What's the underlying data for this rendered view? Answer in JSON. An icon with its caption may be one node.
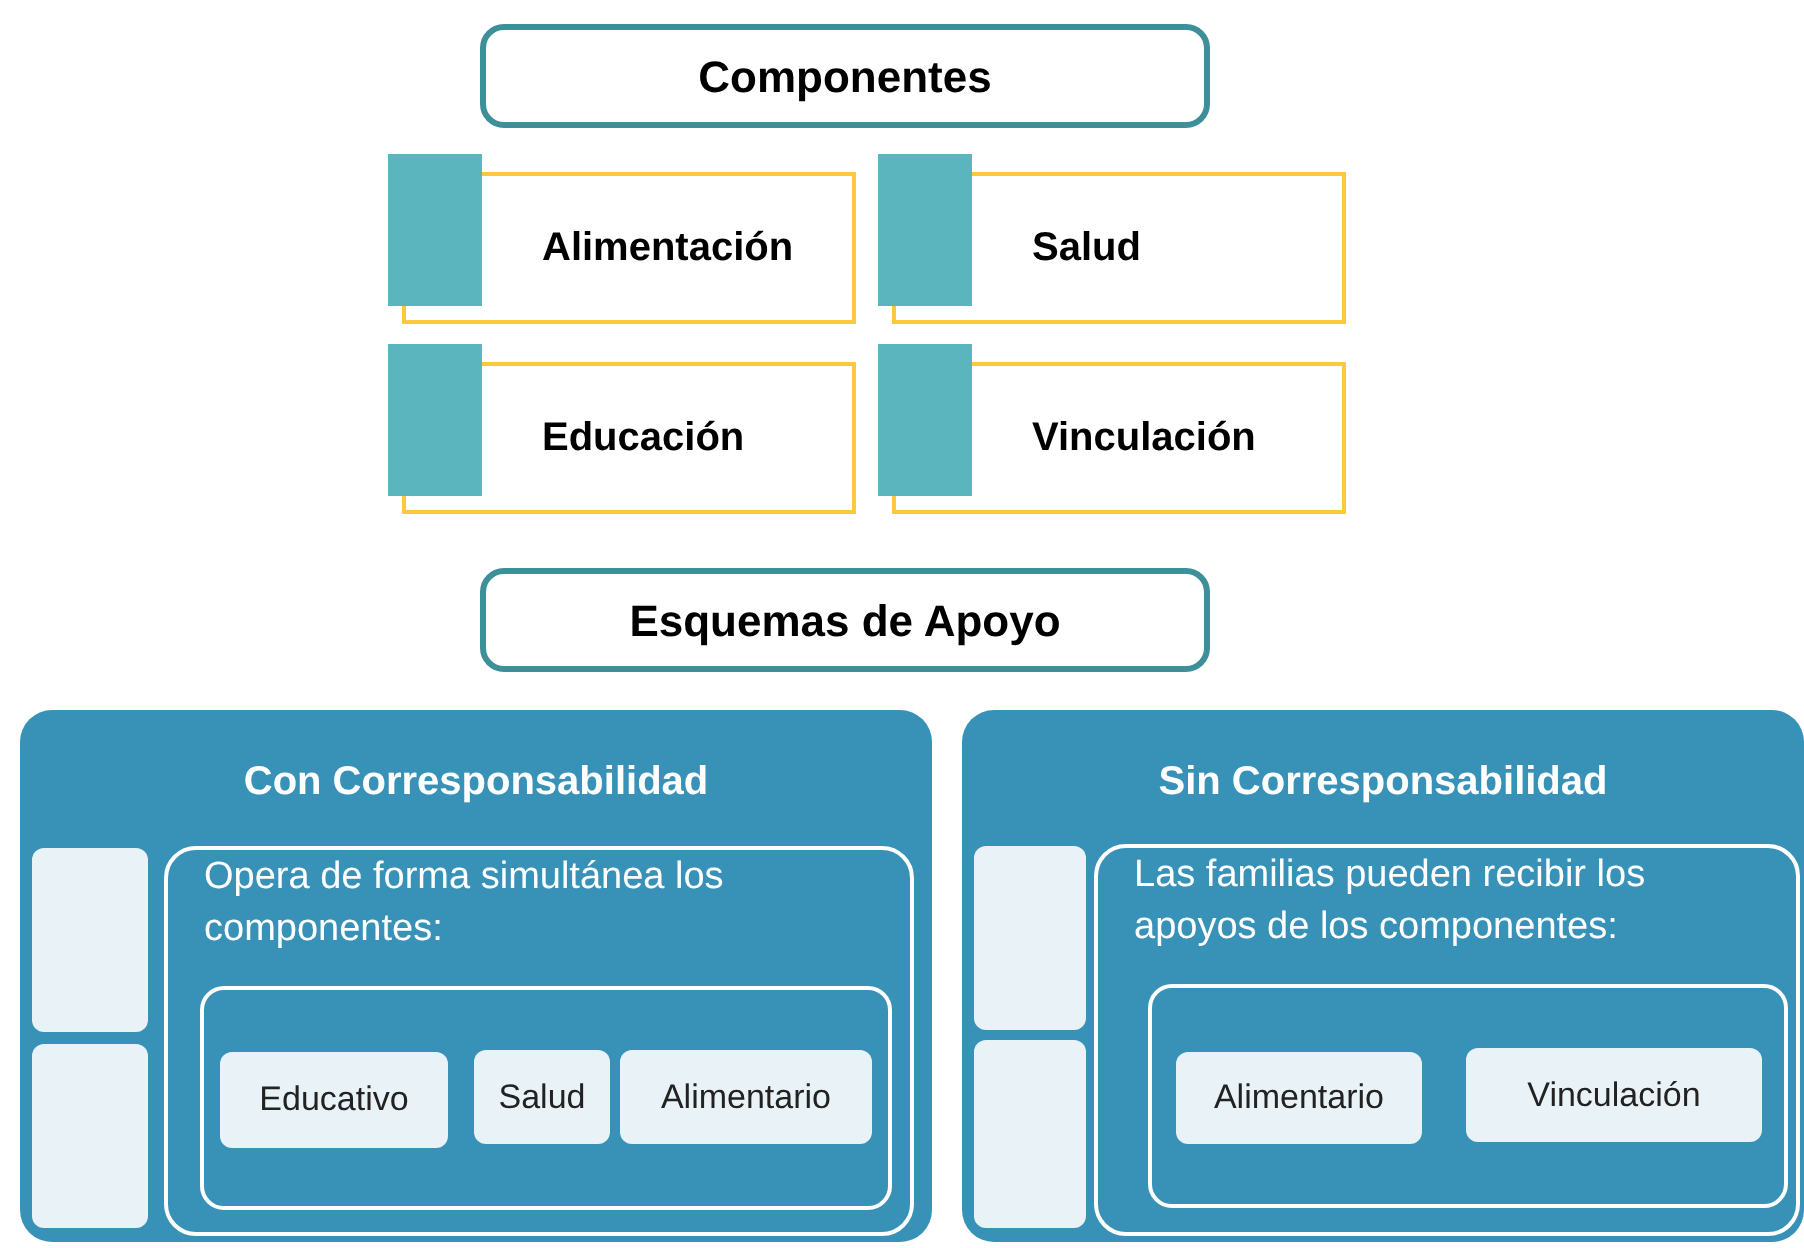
{
  "diagram": {
    "nodes": [
      {
        "text": [
          "Componentes"
        ]
      },
      {
        "text": [
          "Alimentación"
        ]
      },
      {
        "text": [
          "Salud"
        ]
      },
      {
        "text": [
          "Educación"
        ]
      },
      {
        "text": [
          "Vinculación"
        ]
      },
      {
        "text": [
          "Esquemas de Apoyo"
        ]
      },
      {
        "text": [
          "Con Corresponsabilidad"
        ]
      },
      {
        "text": [],
        "shape": "box",
        "in": 6
      },
      {
        "text": [],
        "shape": "box",
        "in": 6
      },
      {
        "text": [
          "Opera de forma simultánea los componentes:"
        ],
        "in": 6
      },
      {
        "text": [],
        "shape": "box",
        "in": 9
      },
      {
        "text": [
          "Educativo"
        ],
        "in": 10
      },
      {
        "text": [
          "Salud"
        ],
        "in": 10
      },
      {
        "text": [
          "Alimentario"
        ],
        "in": 10
      },
      {
        "text": [
          "Sin Corresponsabilidad"
        ]
      },
      {
        "text": [],
        "shape": "box",
        "in": 14
      },
      {
        "text": [],
        "shape": "box",
        "in": 14
      },
      {
        "text": [
          "Las familias pueden recibir los apoyos de los componentes:"
        ],
        "in": 14
      },
      {
        "text": [],
        "shape": "box",
        "in": 17
      },
      {
        "text": [
          "Alimentario"
        ],
        "in": 18
      },
      {
        "text": [
          "Vinculación"
        ],
        "in": 18
      }
    ]
  }
}
